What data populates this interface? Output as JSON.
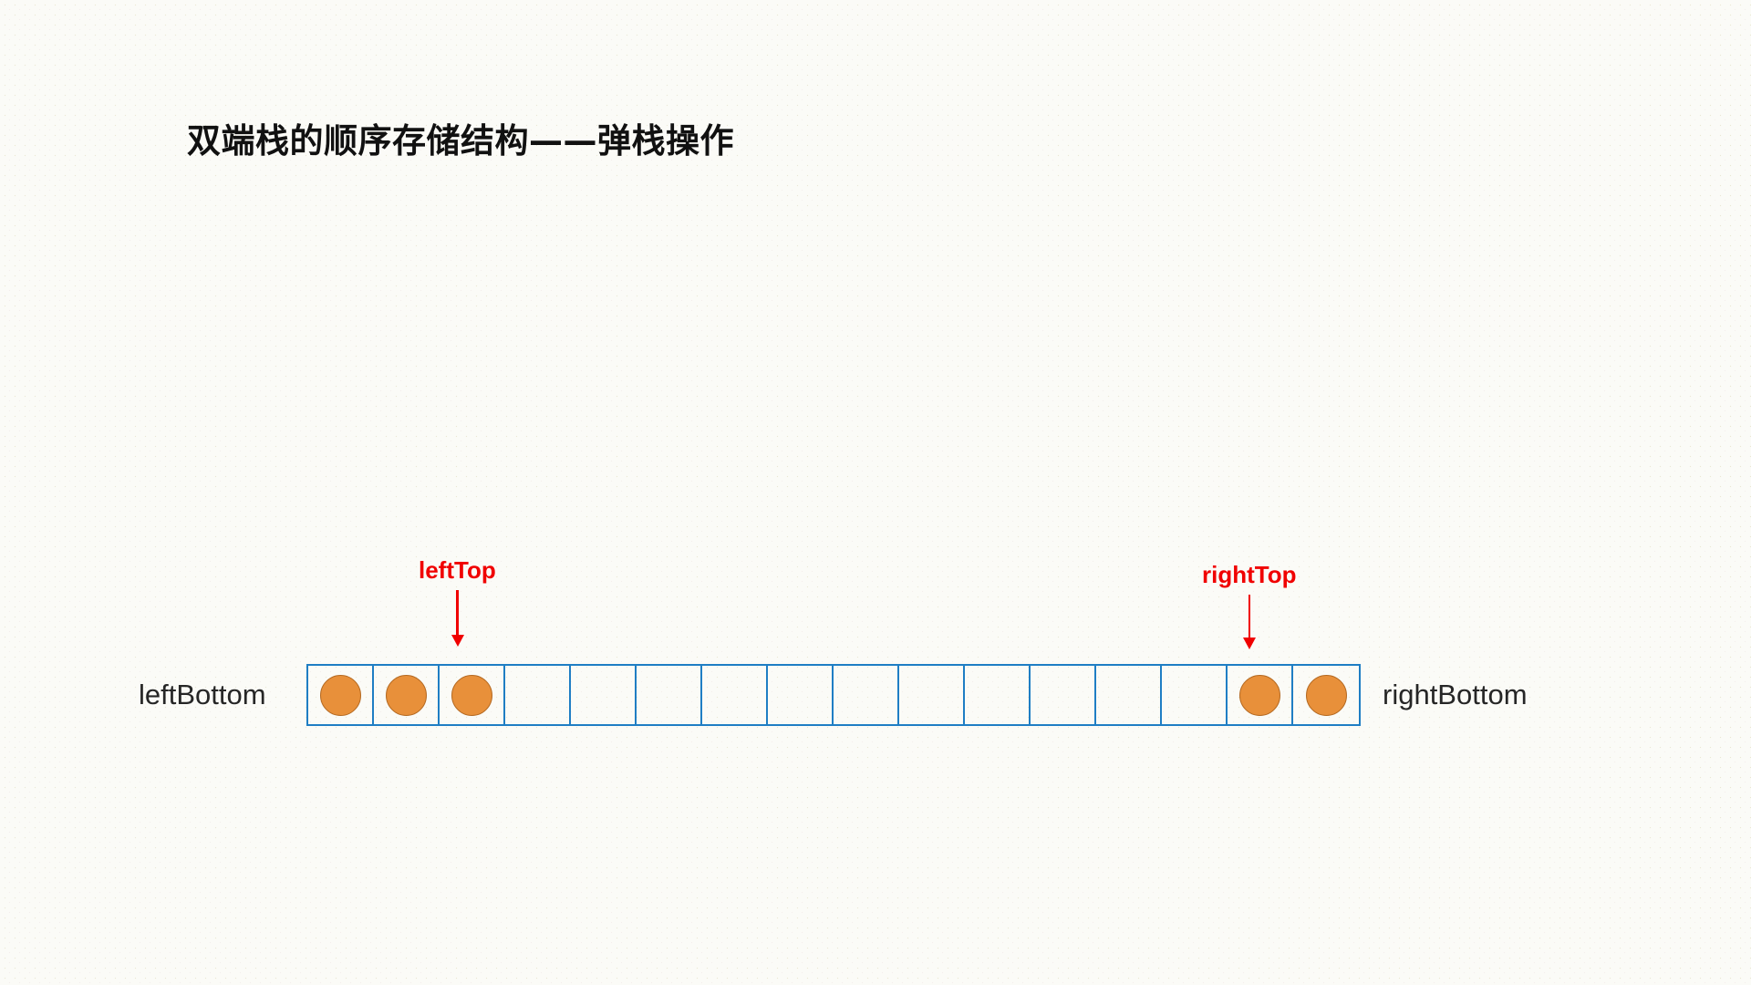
{
  "slide": {
    "title": "双端栈的顺序存储结构——弹栈操作",
    "background_color": "#fbfbf7",
    "title_color": "#111111"
  },
  "deque": {
    "cell_count": 16,
    "border_color": "#1f7ec4",
    "token_color": "#e8903a",
    "cells": [
      {
        "index": 0,
        "filled": true
      },
      {
        "index": 1,
        "filled": true
      },
      {
        "index": 2,
        "filled": true
      },
      {
        "index": 3,
        "filled": false
      },
      {
        "index": 4,
        "filled": false
      },
      {
        "index": 5,
        "filled": false
      },
      {
        "index": 6,
        "filled": false
      },
      {
        "index": 7,
        "filled": false
      },
      {
        "index": 8,
        "filled": false
      },
      {
        "index": 9,
        "filled": false
      },
      {
        "index": 10,
        "filled": false
      },
      {
        "index": 11,
        "filled": false
      },
      {
        "index": 12,
        "filled": false
      },
      {
        "index": 13,
        "filled": false
      },
      {
        "index": 14,
        "filled": true
      },
      {
        "index": 15,
        "filled": true
      }
    ]
  },
  "labels": {
    "left_bottom": "leftBottom",
    "right_bottom": "rightBottom",
    "label_color": "#262626"
  },
  "pointers": {
    "color": "#f00000",
    "left_top": {
      "label": "leftTop",
      "points_to_cell": 2
    },
    "right_top": {
      "label": "rightTop",
      "points_to_cell": 14
    }
  }
}
